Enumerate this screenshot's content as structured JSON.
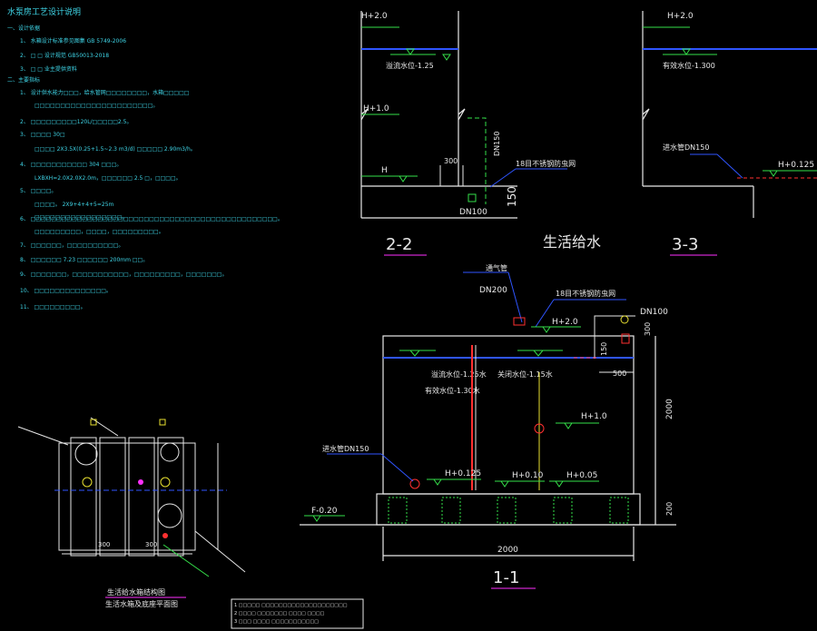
{
  "notes": {
    "title": "水泵房工艺设计说明",
    "lines": [
      "一、设计依据",
      "1、 水箱设计标准参见图集 GB 5749-2006",
      "2、 □ □ 设计规范 GB50013-2018",
      "3、 □ □ 业主提供资料",
      "二、主要指标",
      "1、 设计供水能力□□□，给水管网□□□□□□□□，水箱□□□□□",
      "□□□□□□□□□□□□□□□□□□□□□□□。",
      "2、 □□□□□□□□□120L/□□□□□2.5。",
      "3、 □□□□ 30□",
      "□□□□ 2X3.5X(0.25+1.5~2.3 m3/d) □□□□□ 2.90m3/h。",
      "4、 □□□□□□□□□□□ 304 □□□。",
      "LXBXH=2.0X2.0X2.0m，□□□□□□ 2.5 □，□□□□。",
      "5、 □□□□。",
      "□□□□。 2X9+4+4+5=25m",
      "□□□□□□□□□□□□□□□□□。",
      "6、 □□□□□□□□□□□□□□□□□□□□□□□□□□□□□□□□□□□□□□□□□□□□□□□□。",
      "□□□□□□□□□，□□□□，□□□□□□□□□。",
      "7、 □□□□□□，□□□□□□□□□□。",
      "8、 □□□□□□ 7.23 □□□□□□ 200mm □□。",
      "9、 □□□□□□□，□□□□□□□□□□□，□□□□□□□□□，□□□□□□□。",
      "10、 □□□□□□□□□□□□□□。",
      "11、 □□□□□□□□□。"
    ]
  },
  "section_22": {
    "levels": [
      "H+2.0",
      "H+1.0",
      "H"
    ],
    "overflow": "溢流水位-1.25",
    "pipe": "DN150",
    "dim300": "300",
    "dim150": "150",
    "drain": "DN100",
    "stainless": "18目不锈钢防虫网",
    "title": "2-2"
  },
  "section_33": {
    "levels": [
      "H+2.0"
    ],
    "max_level": "有效水位-1.300",
    "inlet": "进水管DN150",
    "outlet_level": "H+0.125",
    "title": "3-3"
  },
  "center_title": "生活给水",
  "section_11": {
    "vent_label": "通气管",
    "vent_size": "DN200",
    "mesh": "18目不锈钢防虫网",
    "inlet_size": "DN100",
    "h20": "H+2.0",
    "dim300": "300",
    "dim150": "150",
    "dim500": "500",
    "overflow": "溢流水位-1.25水",
    "effective": "有效水位-1.30水",
    "stop": "关闭水位-1.15水",
    "h10": "H+1.0",
    "inlet_label": "进水管DN150",
    "h0125": "H+0.125",
    "h010": "H+0.10",
    "h005": "H+0.05",
    "f020": "F-0.20",
    "dim2000v": "2000",
    "dim200": "200",
    "dim2000h": "2000",
    "title": "1-1"
  },
  "plan": {
    "title": "生活给水箱结构图",
    "subtitle": "生活水箱及底座平面图",
    "dim_a": "300",
    "dim_b": "300"
  },
  "table_lines": [
    "1 □□□□□ □□□□□□□□□□□□□□□□□□□□",
    "2 □□□□ □□□□□□□ □□□□ □□□□",
    "3 □□□ □□□□ □□□□□□□□□□□"
  ],
  "colors": {
    "wall": "#e8e8e8",
    "water": "#2f55ff",
    "level": "#35e04a",
    "dim": "#e8e8e8",
    "text": "#3fd6e8",
    "leader": "#2f55ff",
    "red": "#ff3030",
    "magenta": "#ff30ff",
    "yellow": "#e8e030"
  }
}
